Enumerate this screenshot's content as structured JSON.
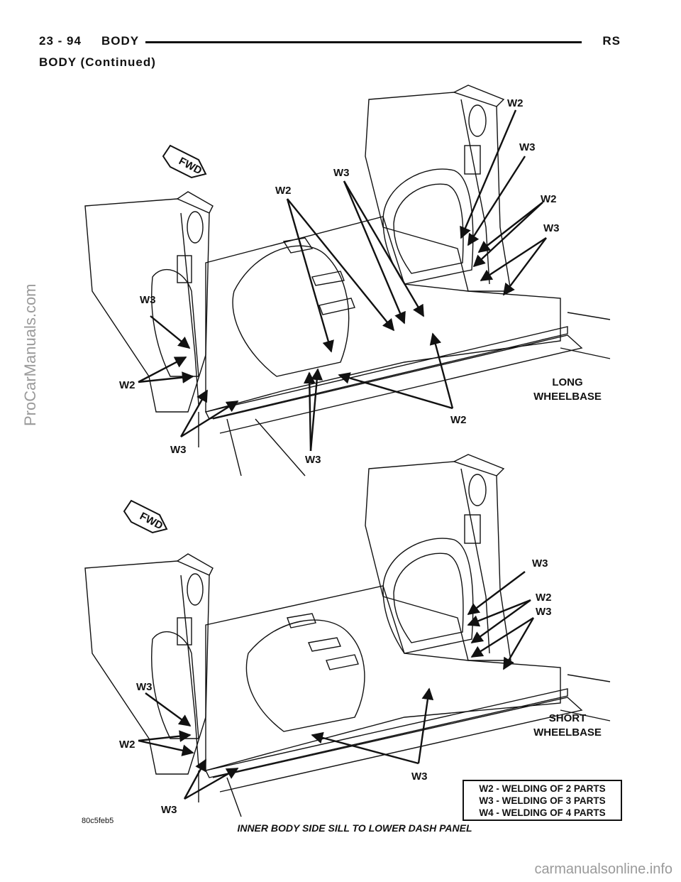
{
  "header": {
    "page_number": "23 - 94",
    "section": "BODY",
    "vehicle_code": "RS",
    "continued": "BODY (Continued)"
  },
  "figure": {
    "top_view": {
      "fwd_label": "FWD",
      "caption": [
        "LONG",
        "WHEELBASE"
      ],
      "callouts": [
        "W2",
        "W3",
        "W3",
        "W2",
        "W2",
        "W3",
        "W3",
        "W2",
        "W3",
        "W3",
        "W2"
      ]
    },
    "bottom_view": {
      "fwd_label": "FWD",
      "caption": [
        "SHORT",
        "WHEELBASE"
      ],
      "callouts": [
        "W3",
        "W2",
        "W3",
        "W3",
        "W2",
        "W3",
        "W3"
      ]
    },
    "legend": [
      "W2 - WELDING OF 2 PARTS",
      "W3 - WELDING OF 3 PARTS",
      "W4 - WELDING OF 4 PARTS"
    ],
    "figure_id": "80c5feb5",
    "title": "INNER BODY SIDE SILL TO LOWER DASH PANEL"
  },
  "watermarks": {
    "left": "ProCarManuals.com",
    "bottom": "carmanualsonline.info"
  }
}
